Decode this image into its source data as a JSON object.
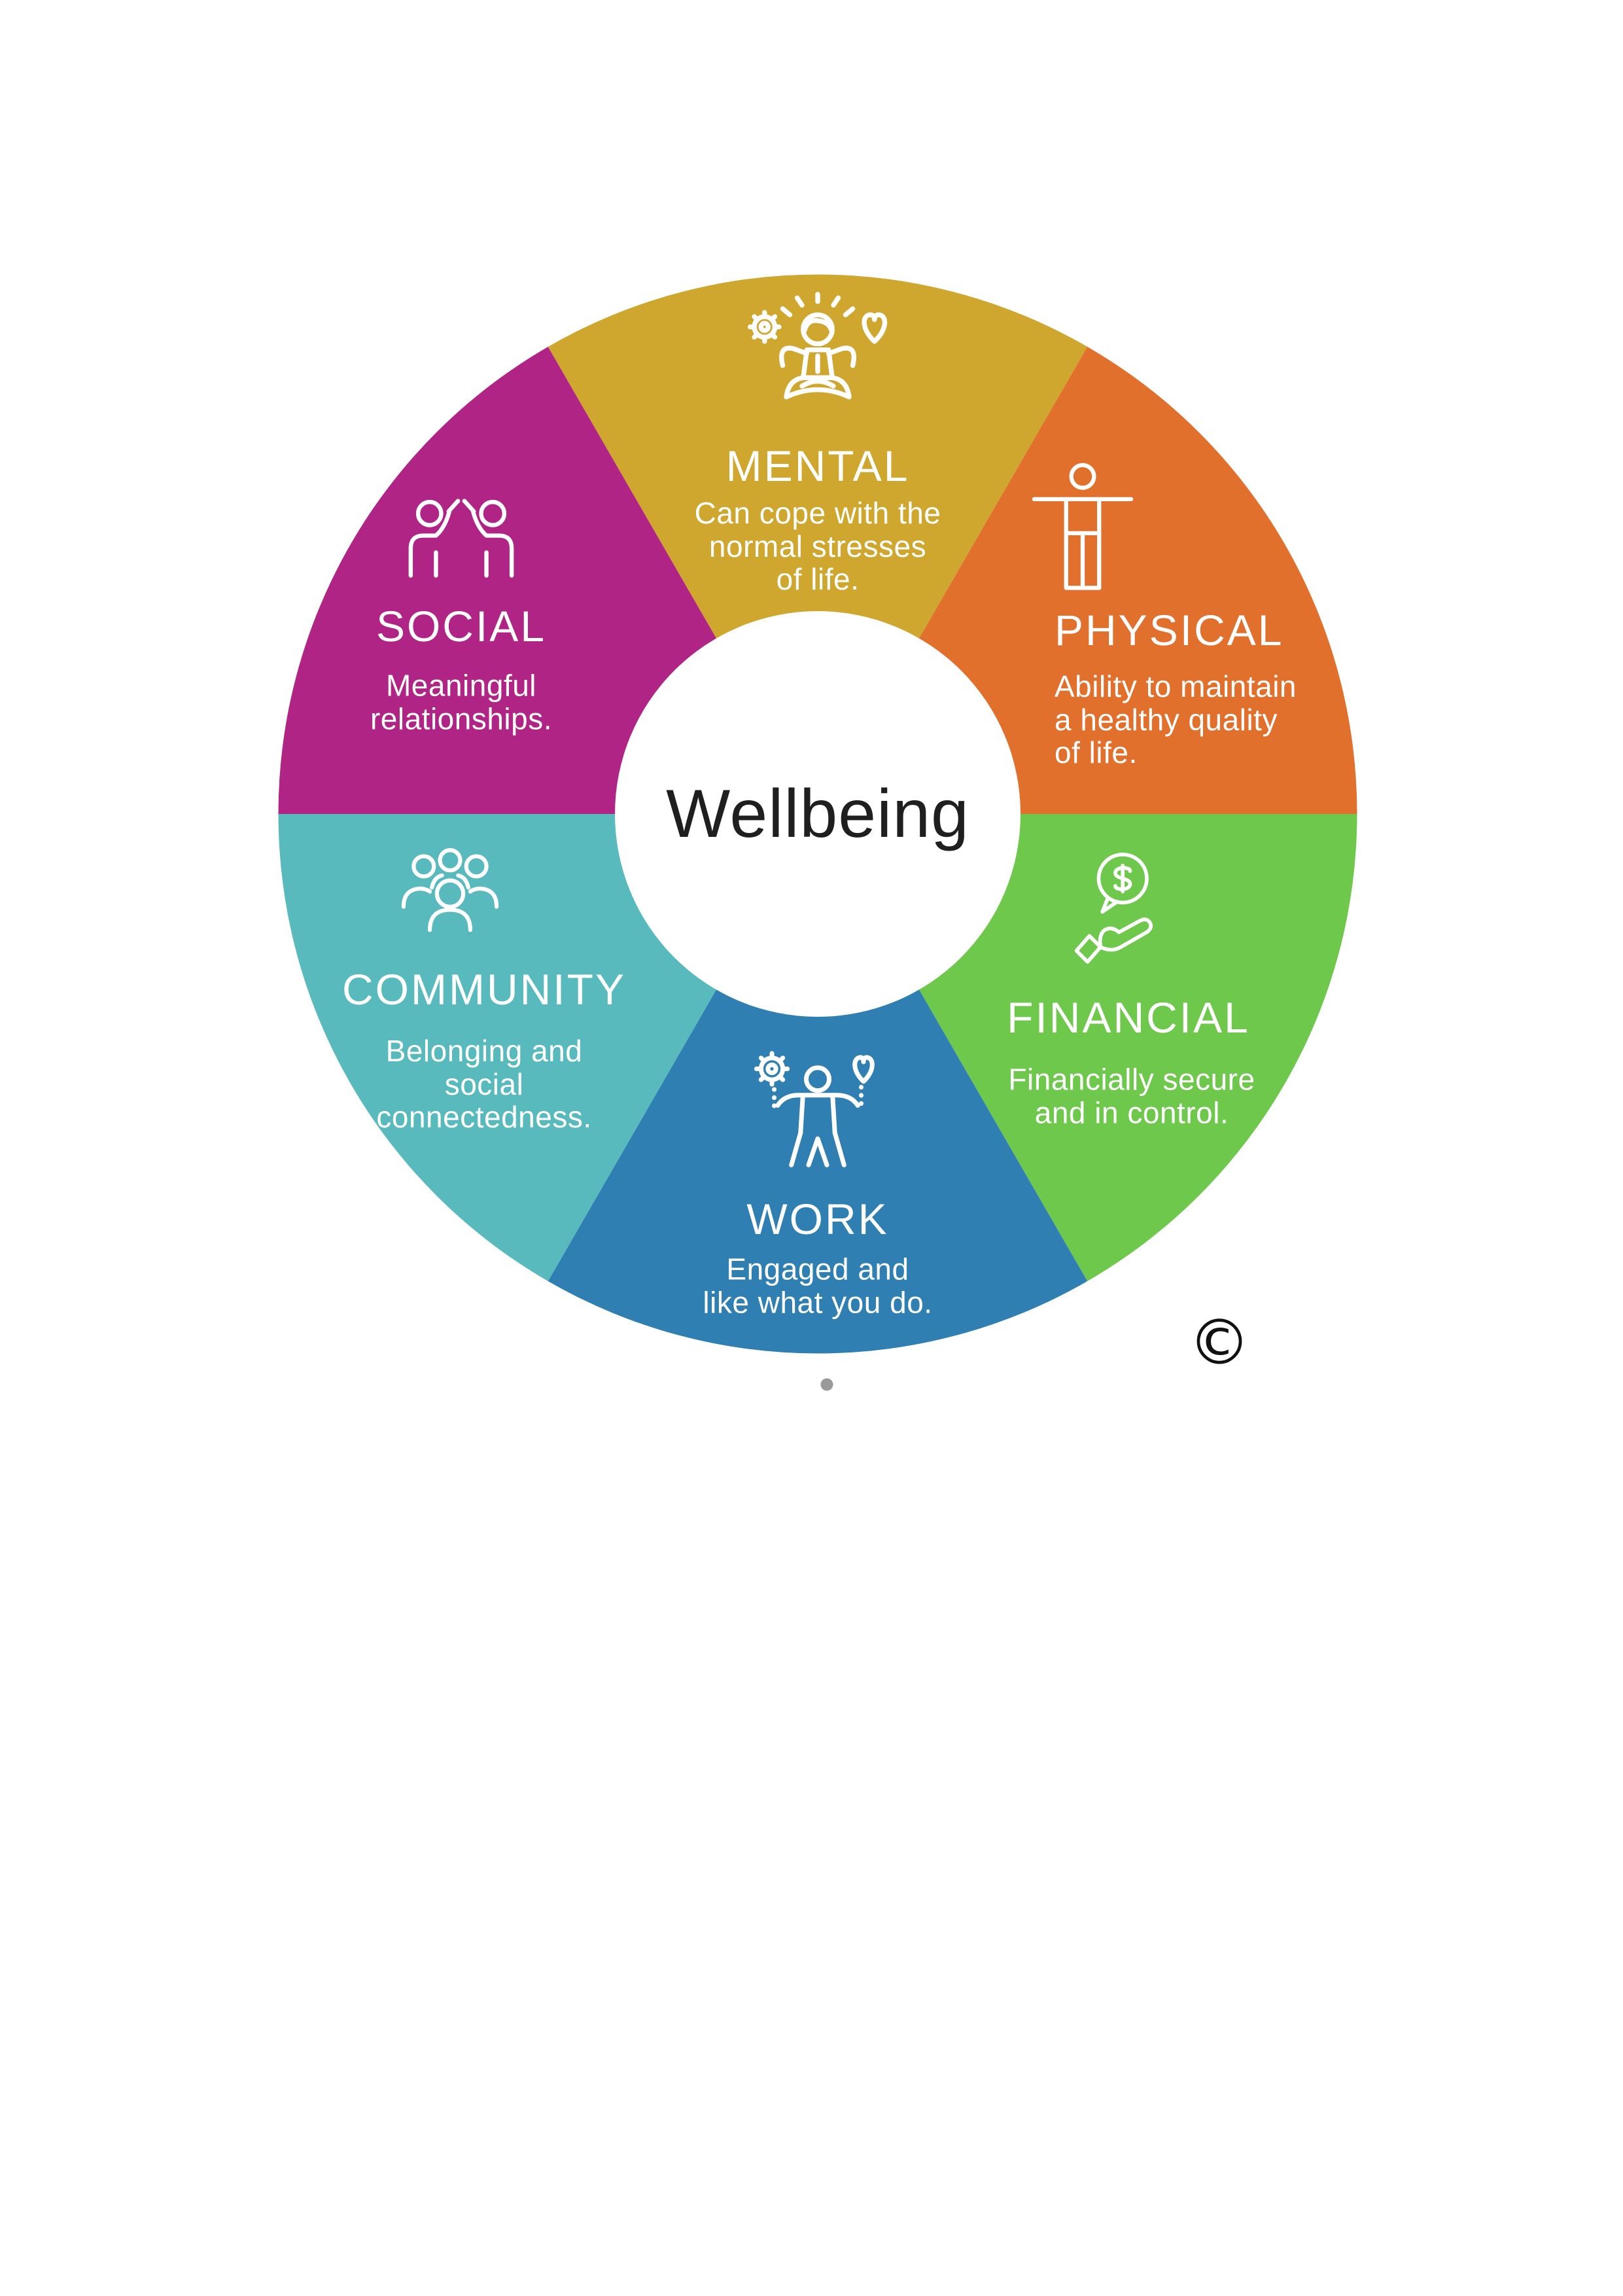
{
  "page": {
    "background": "#ffffff"
  },
  "center": {
    "title": "Wellbeing",
    "text_color": "#1f1f1f",
    "circle_color": "#ffffff"
  },
  "segments": [
    {
      "id": "mental",
      "label": "MENTAL",
      "description": "Can cope with the\nnormal stresses\nof life.",
      "color": "#CFA72E",
      "icon": "meditation-person-icon"
    },
    {
      "id": "physical",
      "label": "PHYSICAL",
      "description": "Ability to maintain\na healthy quality\nof life.",
      "color": "#E1702D",
      "icon": "standing-body-icon"
    },
    {
      "id": "financial",
      "label": "FINANCIAL",
      "description": "Financially secure\nand in control.",
      "color": "#6EC84B",
      "icon": "dollar-hand-icon"
    },
    {
      "id": "work",
      "label": "WORK",
      "description": "Engaged and\nlike what you do.",
      "color": "#2F7FB3",
      "icon": "work-life-balance-icon"
    },
    {
      "id": "community",
      "label": "COMMUNITY",
      "description": "Belonging and\nsocial\nconnectedness.",
      "color": "#59BABD",
      "icon": "community-people-icon"
    },
    {
      "id": "social",
      "label": "SOCIAL",
      "description": "Meaningful\nrelationships.",
      "color": "#AF2485",
      "icon": "high-five-icon"
    }
  ],
  "copyright_symbol": "©"
}
